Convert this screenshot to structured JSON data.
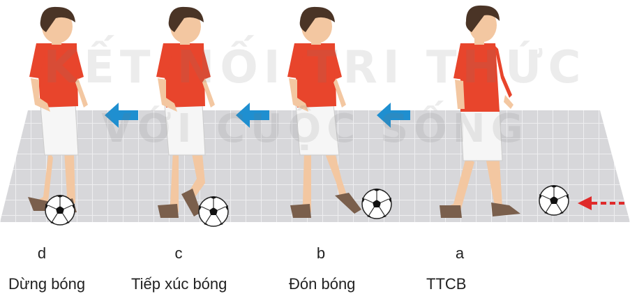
{
  "watermark": {
    "line1": "KẾT NỐI TRI THỨC",
    "line2": "VỚI CUỘC SỐNG"
  },
  "steps": [
    {
      "letter": "d",
      "caption": "Dừng bóng"
    },
    {
      "letter": "c",
      "caption": "Tiếp xúc bóng"
    },
    {
      "letter": "b",
      "caption": "Đón bóng"
    },
    {
      "letter": "a",
      "caption": "TTCB"
    }
  ],
  "colors": {
    "shirt": "#e8452c",
    "shorts": "#f6f6f6",
    "skin": "#f3c7a1",
    "hair": "#4a3426",
    "ground": "#d5d5d8",
    "arrow_blue": "#1f8fd0",
    "arrow_red": "#e02a2a",
    "shoe": "#7a5f4c"
  },
  "icons": [
    "player-figure",
    "soccer-ball",
    "blue-left-arrow",
    "red-dashed-arrow"
  ]
}
